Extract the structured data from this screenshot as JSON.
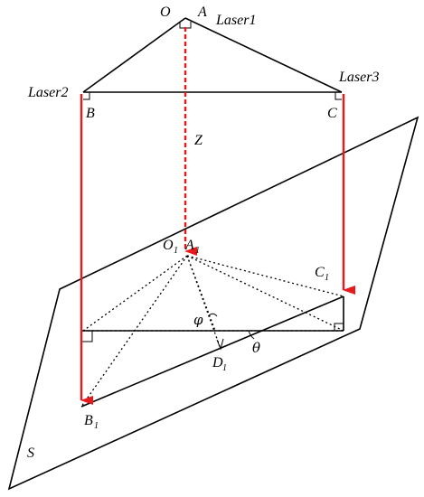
{
  "colors": {
    "laser": "#e8181b",
    "ink": "#000000"
  },
  "labels": {
    "O": "O",
    "A": "A",
    "laser1": "Laser1",
    "laser2": "Laser2",
    "laser3": "Laser3",
    "B": "B",
    "C": "C",
    "Z": "Z",
    "O1": "O",
    "A1": "A",
    "C1": "C",
    "B1": "B",
    "D1": "D",
    "sub1": "1",
    "phi": "φ",
    "theta": "θ",
    "S": "S"
  }
}
